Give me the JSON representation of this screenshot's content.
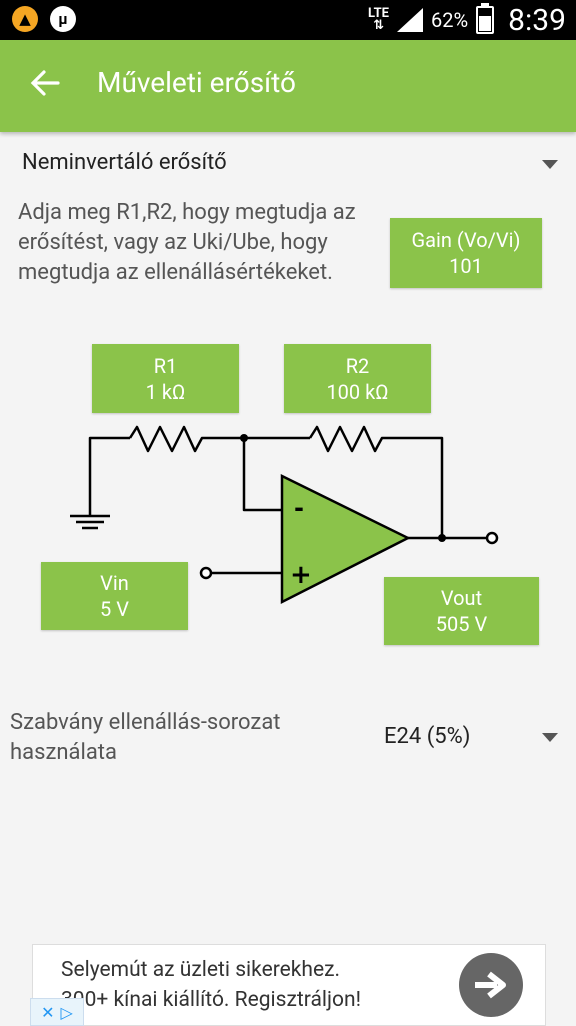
{
  "status_bar": {
    "network": "LTE",
    "battery_percent": "62%",
    "time": "8:39"
  },
  "app_bar": {
    "title": "Műveleti erősítő"
  },
  "amplifier_type": {
    "selected": "Neminvertáló erősítő"
  },
  "instructions": "Adja meg R1,R2, hogy megtudja az erősítést, vagy az Uki/Ube, hogy megtudja az ellenállásértékeket.",
  "gain_button": {
    "label": "Gain (Vo/Vi)",
    "value": "101"
  },
  "r1_button": {
    "label": "R1",
    "value": "1 kΩ"
  },
  "r2_button": {
    "label": "R2",
    "value": "100 kΩ"
  },
  "vin_button": {
    "label": "Vin",
    "value": "5 V"
  },
  "vout_button": {
    "label": "Vout",
    "value": "505 V"
  },
  "opamp": {
    "inverting_sign": "-",
    "noninverting_sign": "+"
  },
  "resistor_series": {
    "label": "Szabvány ellenállás-sorozat használata",
    "selected": "E24 (5%)"
  },
  "ad": {
    "text_line1": "Selyemút az üzleti sikerekhez.",
    "text_line2": "300+ kínai kiállító. Regisztráljon!"
  },
  "colors": {
    "accent": "#8bc34a",
    "opamp_fill": "#8bc34a"
  }
}
